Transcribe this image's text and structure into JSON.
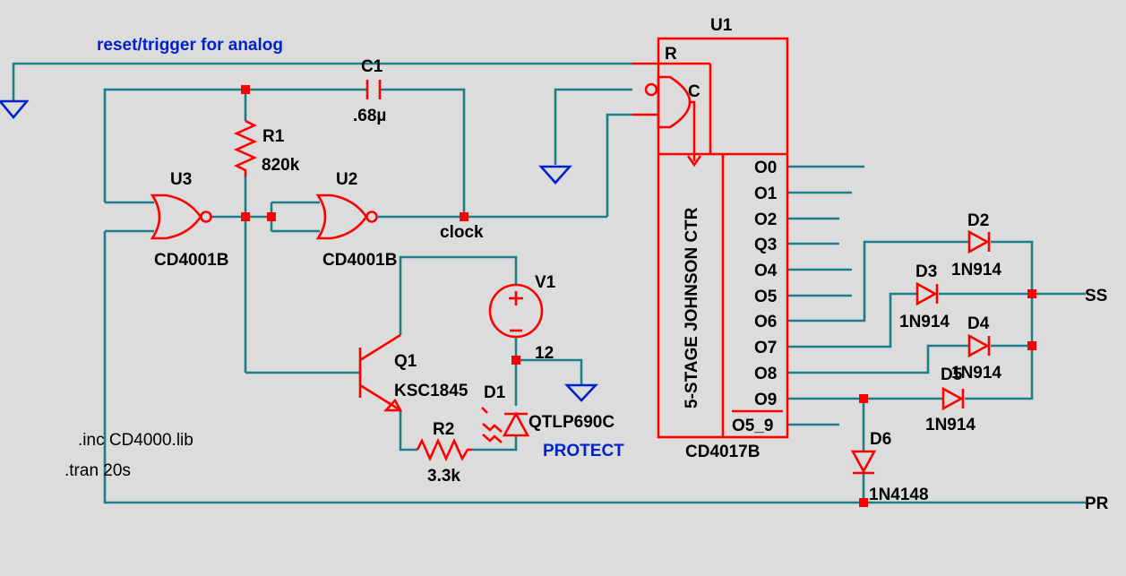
{
  "comments": {
    "reset_label": "reset/trigger for analog",
    "protect_label": "PROTECT",
    "directive_inc": ".inc CD4000.lib",
    "directive_tran": ".tran 20s"
  },
  "components": {
    "c1": {
      "ref": "C1",
      "value": ".68µ"
    },
    "r1": {
      "ref": "R1",
      "value": "820k"
    },
    "r2": {
      "ref": "R2",
      "value": "3.3k"
    },
    "u3": {
      "ref": "U3",
      "value": "CD4001B"
    },
    "u2": {
      "ref": "U2",
      "value": "CD4001B"
    },
    "u1": {
      "ref": "U1",
      "value": "CD4017B",
      "body": "5-STAGE JOHNSON CTR",
      "pin_r": "R",
      "pin_c": "C"
    },
    "v1": {
      "ref": "V1",
      "value": "12"
    },
    "q1": {
      "ref": "Q1",
      "value": "KSC1845"
    },
    "d1": {
      "ref": "D1",
      "value": "QTLP690C"
    },
    "d2": {
      "ref": "D2",
      "value": "1N914"
    },
    "d3": {
      "ref": "D3",
      "value": "1N914"
    },
    "d4": {
      "ref": "D4",
      "value": "1N914"
    },
    "d5": {
      "ref": "D5",
      "value": "1N914"
    },
    "d6": {
      "ref": "D6",
      "value": "1N4148"
    }
  },
  "nets": {
    "clock": "clock",
    "ss": "SS",
    "pr": "PR"
  },
  "u1_outputs": [
    "O0",
    "O1",
    "O2",
    "Q3",
    "O4",
    "O5",
    "O6",
    "O7",
    "O8",
    "O9",
    "O5_9"
  ],
  "colors": {
    "wire": "#1a7f8a",
    "component": "#ff0000",
    "ground": "#0022cc",
    "background": "#dcdcdc"
  }
}
